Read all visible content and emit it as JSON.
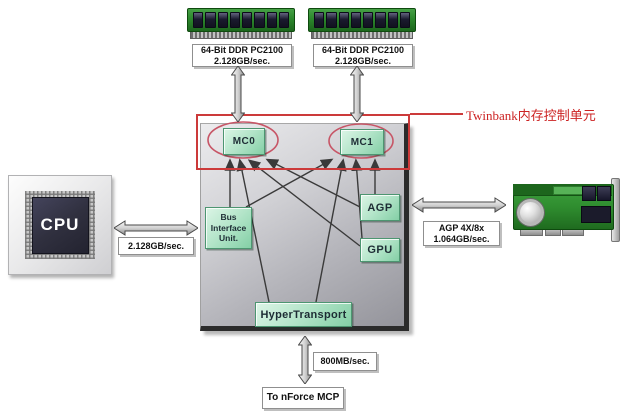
{
  "diagram": {
    "title_callout": "Twinbank内存控制单元",
    "cpu": "CPU",
    "ram_modules": [
      {
        "label_line1": "64-Bit DDR PC2100",
        "label_line2": "2.128GB/sec."
      },
      {
        "label_line1": "64-Bit DDR PC2100",
        "label_line2": "2.128GB/sec."
      }
    ],
    "nodes": {
      "mc0": "MC0",
      "mc1": "MC1",
      "biu_line1": "Bus",
      "biu_line2": "Interface",
      "biu_line3": "Unit.",
      "agp": "AGP",
      "gpu": "GPU",
      "hypertransport": "HyperTransport"
    },
    "links": {
      "cpu_bandwidth": "2.128GB/sec.",
      "agp_line1": "AGP 4X/8x",
      "agp_line2": "1.064GB/sec.",
      "mcp_bandwidth": "800MB/sec.",
      "mcp_target": "To nForce MCP"
    },
    "connections": [
      {
        "from": "RAM0",
        "to": "MC0",
        "bidirectional": true
      },
      {
        "from": "RAM1",
        "to": "MC1",
        "bidirectional": true
      },
      {
        "from": "CPU",
        "to": "chipset",
        "bidirectional": true
      },
      {
        "from": "chipset",
        "to": "graphics-card",
        "bidirectional": true
      },
      {
        "from": "chipset",
        "to": "nForce MCP",
        "bidirectional": true
      },
      {
        "from": "Bus Interface Unit",
        "to": "MC0"
      },
      {
        "from": "Bus Interface Unit",
        "to": "MC1"
      },
      {
        "from": "HyperTransport",
        "to": "MC0"
      },
      {
        "from": "HyperTransport",
        "to": "MC1"
      },
      {
        "from": "GPU",
        "to": "MC0"
      },
      {
        "from": "GPU",
        "to": "MC1"
      },
      {
        "from": "AGP",
        "to": "MC0"
      },
      {
        "from": "AGP",
        "to": "MC1"
      }
    ],
    "colors": {
      "callout_red": "#cc3a3a",
      "ellipse_red": "#c75566",
      "node_green": "#9fdcba",
      "pcb_green": "#2e8b2e",
      "chipset_gray": "#b9b9bd",
      "line_dark": "#3a3a3a",
      "cpu_die_navy": "#30303f"
    }
  }
}
